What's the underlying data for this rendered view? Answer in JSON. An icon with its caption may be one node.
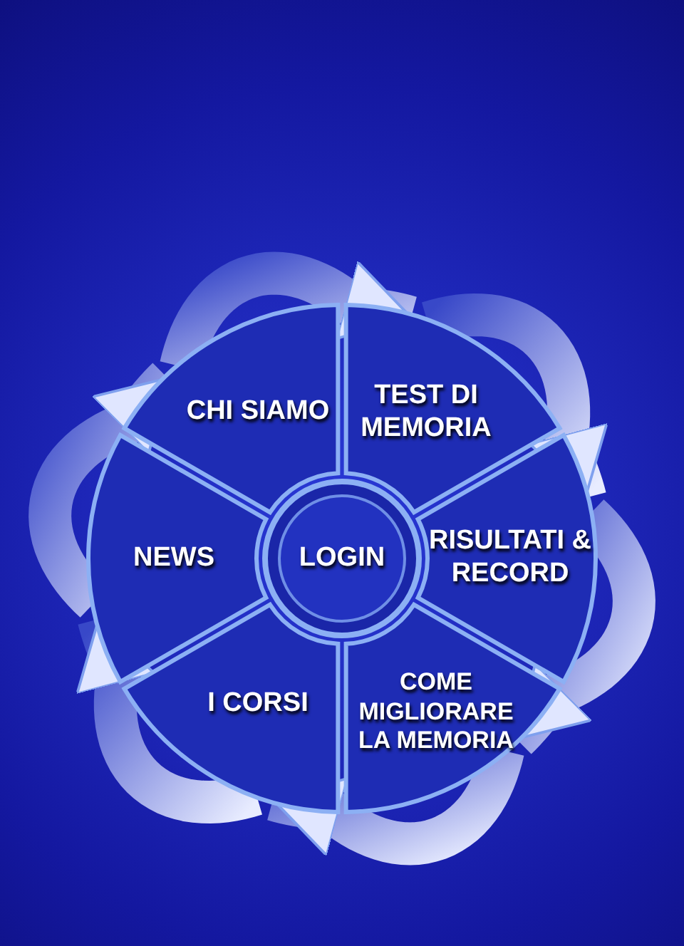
{
  "diagram": {
    "nodes": [
      {
        "text": [
          "LOGIN"
        ]
      },
      {
        "text": [
          "CHI SIAMO"
        ]
      },
      {
        "text": [
          "TEST DI MEMORIA"
        ]
      },
      {
        "text": [
          "RISULTATI & RECORD"
        ]
      },
      {
        "text": [
          "COME MIGLIORARE LA MEMORIA"
        ]
      },
      {
        "text": [
          "I CORSI"
        ]
      },
      {
        "text": [
          "NEWS"
        ]
      }
    ],
    "edges": [
      {
        "from": 1,
        "to": 2,
        "arrow": "to"
      },
      {
        "from": 2,
        "to": 3,
        "arrow": "to"
      },
      {
        "from": 3,
        "to": 4,
        "arrow": "to"
      },
      {
        "from": 4,
        "to": 5,
        "arrow": "to"
      },
      {
        "from": 5,
        "to": 6,
        "arrow": "to"
      },
      {
        "from": 6,
        "to": 1,
        "arrow": "to"
      }
    ]
  }
}
